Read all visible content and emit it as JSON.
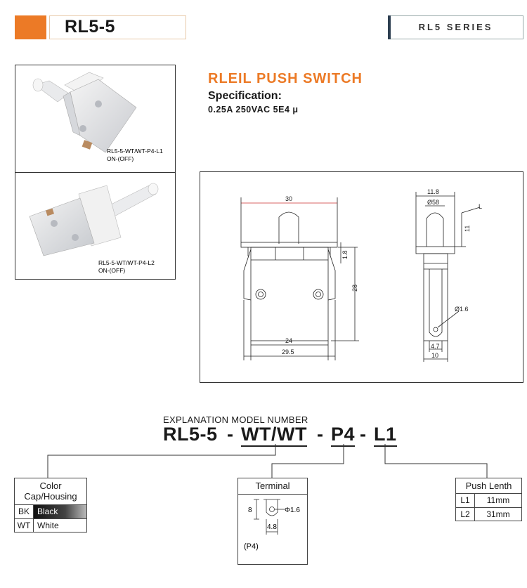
{
  "header": {
    "model": "RL5-5",
    "series": "RL5 SERIES",
    "accent_color": "#ec7a26"
  },
  "photos": [
    {
      "caption_line1": "RL5-5-WT/WT-P4-L1",
      "caption_line2": "ON-(OFF)"
    },
    {
      "caption_line1": "RL5-5-WT/WT-P4-L2",
      "caption_line2": "ON-(OFF)"
    }
  ],
  "product": {
    "title": "RLEIL PUSH SWITCH",
    "spec_label": "Specification:",
    "spec_value": "0.25A 250VAC 5E4 μ"
  },
  "drawing": {
    "front": {
      "top_width": "30",
      "cap_thickness": "1.8",
      "body_height": "28",
      "inner_width": "24",
      "base_width": "29.5"
    },
    "side": {
      "top_width": "11.8",
      "plunger_dia": "Ø58",
      "plunger_length": "11",
      "length_label": "L",
      "hole": "Ø1.6",
      "terminal_width": "4.7",
      "base_width": "10"
    }
  },
  "explanation": {
    "label": "EXPLANATION MODEL NUMBER",
    "parts": [
      {
        "text": "RL5-5",
        "underline": false
      },
      {
        "text": "-",
        "underline": false
      },
      {
        "text": "WT/WT",
        "underline": true
      },
      {
        "text": "-",
        "underline": false
      },
      {
        "text": "P4",
        "underline": true
      },
      {
        "text": "-",
        "underline": false
      },
      {
        "text": "L1",
        "underline": true
      }
    ]
  },
  "color_box": {
    "title_line1": "Color",
    "title_line2": "Cap/Housing",
    "rows": [
      {
        "code": "BK",
        "name": "Black"
      },
      {
        "code": "WT",
        "name": "White"
      }
    ]
  },
  "terminal_box": {
    "title": "Terminal",
    "height": "8",
    "hole": "Φ1.6",
    "width": "4.8",
    "type": "(P4)"
  },
  "push_box": {
    "title": "Push Lenth",
    "rows": [
      {
        "code": "L1",
        "value": "11mm"
      },
      {
        "code": "L2",
        "value": "31mm"
      }
    ]
  }
}
